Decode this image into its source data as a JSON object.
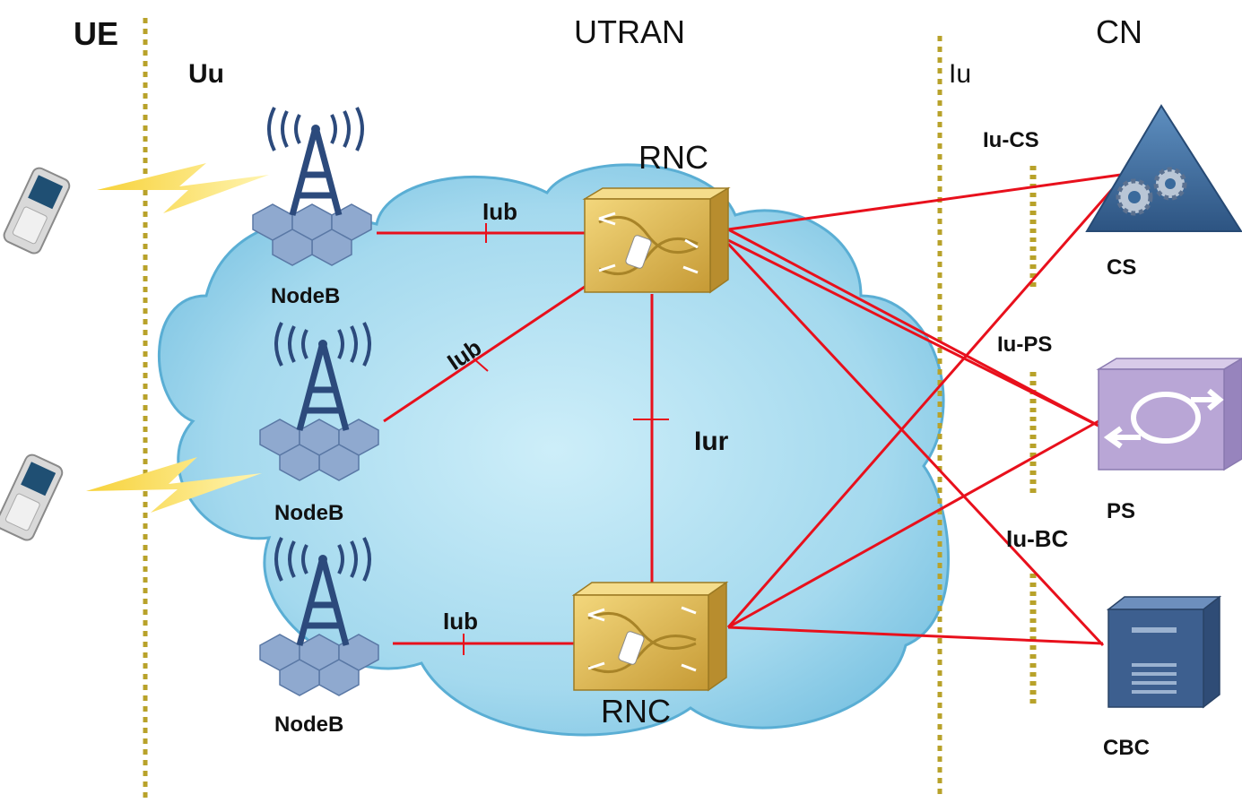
{
  "headers": {
    "ue": "UE",
    "utran": "UTRAN",
    "cn": "CN"
  },
  "interfaces": {
    "uu": "Uu",
    "iu": "Iu",
    "iu_cs": "Iu-CS",
    "iu_ps": "Iu-PS",
    "iu_bc": "Iu-BC",
    "iub_1": "Iub",
    "iub_2": "Iub",
    "iub_3": "Iub",
    "iur": "Iur"
  },
  "nodes": {
    "nodeb_1": "NodeB",
    "nodeb_2": "NodeB",
    "nodeb_3": "NodeB",
    "rnc_top": "RNC",
    "rnc_bottom": "RNC",
    "cs": "CS",
    "ps": "PS",
    "cbc": "CBC"
  },
  "colors": {
    "link": "#e8101c",
    "divider": "#b8a22a",
    "cloud": "#a9dcef",
    "rnc": "#d9b24a",
    "tower": "#2c4a7c",
    "cs": "#3a6a9c",
    "ps": "#b9a6d6",
    "cbc": "#3d5f8f"
  },
  "icons": [
    "mobile-phone-icon",
    "lightning-icon",
    "cell-tower-icon",
    "rnc-router-icon",
    "cs-gear-icon",
    "ps-switch-icon",
    "cbc-server-icon"
  ]
}
